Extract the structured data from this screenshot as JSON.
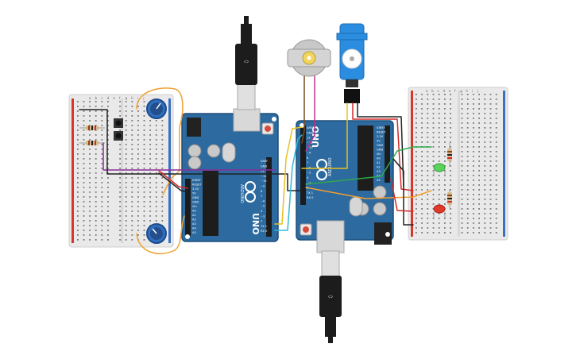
{
  "canvas": {
    "background": "#ffffff"
  },
  "colors": {
    "board": "#2c6aa0",
    "board_dark": "#1f4f7a",
    "breadboard": "#e8e8e8",
    "breadboard_edge": "#d2d2d2",
    "hole": "#7a7a7a",
    "rail_red": "#d9362b",
    "rail_blue": "#3b6fc0",
    "wire_orange": "#f0a030",
    "wire_purple": "#8b2d9a",
    "wire_yellow": "#e8c020",
    "wire_green": "#2fa84a",
    "wire_black": "#222222",
    "wire_red": "#d42a2a",
    "wire_brown": "#7a4a1e",
    "wire_magenta": "#c0308a",
    "wire_cyan": "#30b8d8",
    "wire_white": "#f5f5f5",
    "pot": "#2f6fc0",
    "servo": "#2a8de0",
    "led_green": "#5ad35a",
    "led_red": "#e23a2a"
  },
  "boards": [
    {
      "id": "arduino-left",
      "logo": "UNO",
      "brand": "ARDUINO",
      "header_labels": [
        "AREF",
        "GND",
        "13",
        "~11",
        "~10",
        "~9",
        "8",
        "7",
        "~6",
        "~5",
        "4",
        "~3",
        "2",
        "TX 1",
        "RX 0"
      ],
      "power_labels": [
        "IOREF",
        "RESET",
        "3.3V",
        "5V",
        "GND",
        "GND",
        "Vin"
      ],
      "analog_labels": [
        "A0",
        "A1",
        "A2",
        "A3",
        "A4",
        "A5"
      ]
    },
    {
      "id": "arduino-right",
      "logo": "UNO",
      "brand": "ARDUINO",
      "header_labels": [
        "AREF",
        "GND",
        "13",
        "~11",
        "~10",
        "~9",
        "8",
        "7",
        "~6",
        "~5",
        "4",
        "~3",
        "2",
        "TX 1",
        "RX 0"
      ],
      "power_labels": [
        "IOREF",
        "RESET",
        "3.3V",
        "5V",
        "GND",
        "GND",
        "Vin"
      ],
      "analog_labels": [
        "A0",
        "A1",
        "A2",
        "A3",
        "A4",
        "A5"
      ]
    }
  ],
  "breadboard_letters": [
    "a",
    "b",
    "c",
    "d",
    "e",
    "f",
    "g",
    "h",
    "i",
    "j"
  ]
}
